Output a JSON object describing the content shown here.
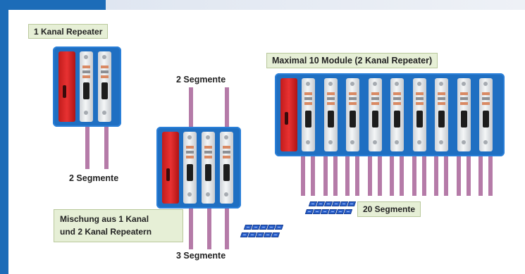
{
  "labels": {
    "one_channel": "1 Kanal Repeater",
    "max_modules": "Maximal 10 Module (2 Kanal Repeater)",
    "mix_line1": "Mischung aus 1 Kanal",
    "mix_line2": "und 2 Kanal Repeatern",
    "segments_2_top": "2 Segmente",
    "segments_2_left": "2 Segmente",
    "segments_3": "3 Segmente",
    "segments_20": "20 Segmente"
  },
  "colors": {
    "frame": "#1c6cb8",
    "rack": "#1f6fc2",
    "module_red": "#e32a2a",
    "module_grey": "#e8eaec",
    "cable": "#b57ba8",
    "label_bg": "#e6efd6"
  },
  "racks": {
    "left": {
      "red_modules": 1,
      "grey_modules": 2
    },
    "middle": {
      "red_modules": 1,
      "grey_modules": 3
    },
    "right": {
      "red_modules": 1,
      "grey_modules": 9
    }
  }
}
